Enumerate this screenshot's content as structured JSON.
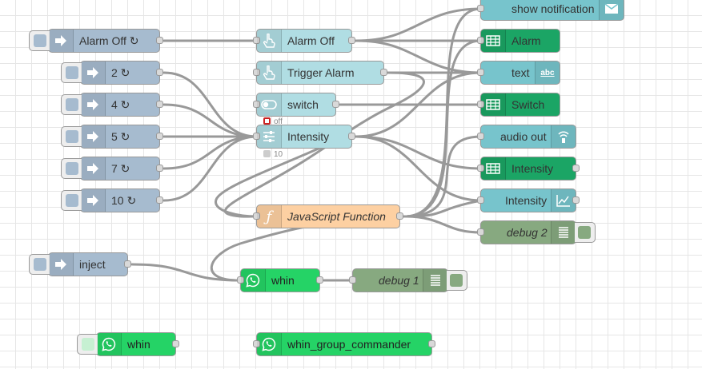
{
  "colors": {
    "inject": "#a6bbcf",
    "inject_button_fill": "#a6bbcf",
    "ui_input": "#b0dde3",
    "ui_table": "#1ba565",
    "ui_output": "#77c4cc",
    "function": "#fdd0a2",
    "debug": "#87a980",
    "debug_button_fill": "#87a980",
    "whatsapp": "#25d366",
    "whatsapp_button_fill": "#c6f0d2",
    "wire": "#999999",
    "status_red": "#cc2222",
    "status_grey": "#cccccc"
  },
  "nodes": {
    "inject_alarm_off": {
      "label": "Alarm Off ↻",
      "icon": "arrow-in-icon"
    },
    "inject_2": {
      "label": "2 ↻",
      "icon": "arrow-in-icon"
    },
    "inject_4": {
      "label": "4 ↻",
      "icon": "arrow-in-icon"
    },
    "inject_5": {
      "label": "5 ↻",
      "icon": "arrow-in-icon"
    },
    "inject_7": {
      "label": "7 ↻",
      "icon": "arrow-in-icon"
    },
    "inject_10": {
      "label": "10 ↻",
      "icon": "arrow-in-icon"
    },
    "inject": {
      "label": "inject",
      "icon": "arrow-in-icon"
    },
    "button_alarm_off": {
      "label": "Alarm Off",
      "icon": "hand-pointer-icon"
    },
    "button_trigger_alarm": {
      "label": "Trigger Alarm",
      "icon": "hand-pointer-icon"
    },
    "ui_switch": {
      "label": "switch",
      "icon": "toggle-icon",
      "status": "off"
    },
    "slider_intensity": {
      "label": "Intensity",
      "icon": "sliders-icon",
      "status": "10"
    },
    "function_js": {
      "label": "JavaScript Function",
      "icon": "function-icon"
    },
    "whin_main": {
      "label": "whin",
      "icon": "whatsapp-icon"
    },
    "debug_1": {
      "label": "debug 1",
      "icon": "list-icon"
    },
    "whin_small": {
      "label": "whin",
      "icon": "whatsapp-icon"
    },
    "whin_group": {
      "label": "whin_group_commander",
      "icon": "whatsapp-icon"
    },
    "show_notification": {
      "label": "show notification",
      "icon": "envelope-icon"
    },
    "table_alarm": {
      "label": "Alarm",
      "icon": "table-icon"
    },
    "text_out": {
      "label": "text",
      "icon": "abc-icon"
    },
    "table_switch": {
      "label": "Switch",
      "icon": "table-icon"
    },
    "audio_out": {
      "label": "audio out",
      "icon": "audio-icon"
    },
    "table_intensity": {
      "label": "Intensity",
      "icon": "table-icon"
    },
    "chart_intensity": {
      "label": "Intensity",
      "icon": "line-chart-icon"
    },
    "debug_2": {
      "label": "debug 2",
      "icon": "list-icon"
    }
  }
}
